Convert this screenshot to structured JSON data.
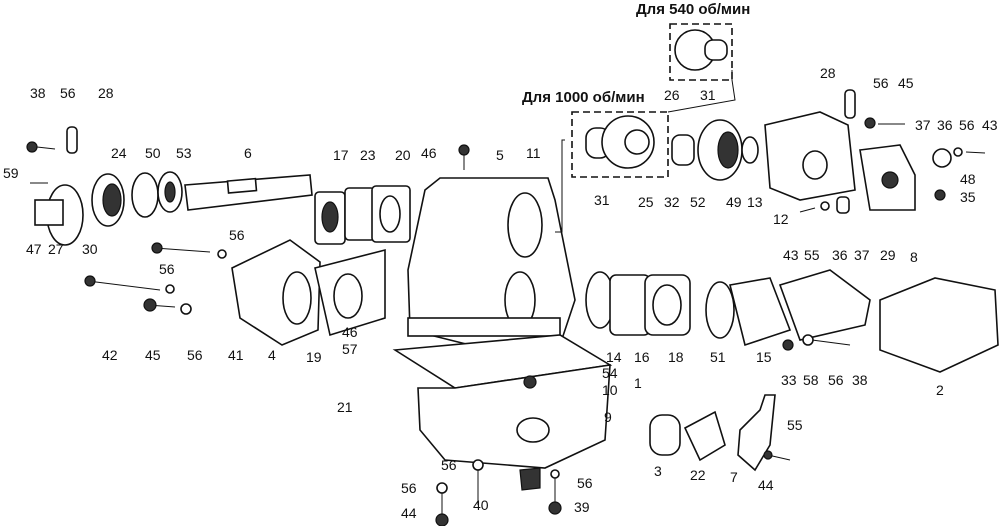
{
  "captions": {
    "rpm_540": "Для 540 об/мин",
    "rpm_1000": "Для 1000 об/мин"
  },
  "callouts": [
    "38",
    "56",
    "28",
    "59",
    "24",
    "50",
    "53",
    "6",
    "17",
    "23",
    "20",
    "46",
    "5",
    "11",
    "47",
    "27",
    "30",
    "56",
    "56",
    "41",
    "42",
    "45",
    "56",
    "4",
    "19",
    "46",
    "57",
    "21",
    "14",
    "16",
    "18",
    "51",
    "15",
    "33",
    "58",
    "56",
    "38",
    "2",
    "54",
    "1",
    "10",
    "9",
    "3",
    "22",
    "7",
    "55",
    "44",
    "56",
    "56",
    "44",
    "40",
    "56",
    "39",
    "26",
    "31",
    "28",
    "56",
    "45",
    "31",
    "25",
    "32",
    "52",
    "49",
    "13",
    "12",
    "43",
    "55",
    "36",
    "37",
    "29",
    "8",
    "37",
    "36",
    "56",
    "43",
    "48",
    "35"
  ]
}
